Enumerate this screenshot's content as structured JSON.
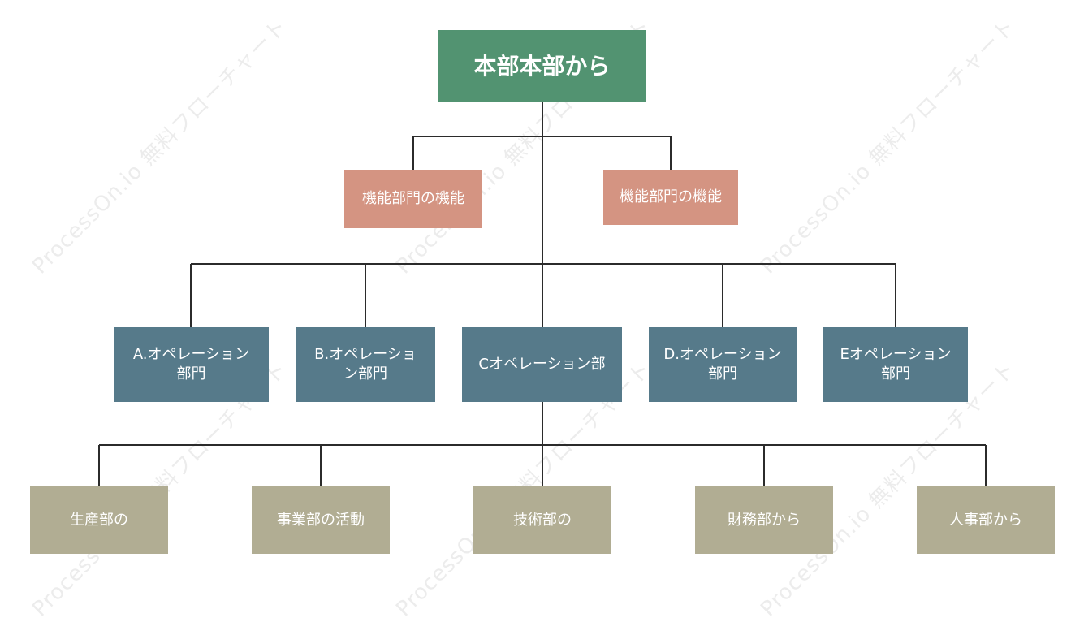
{
  "watermark": {
    "text": "ProcessOn.io 無料フローチャート"
  },
  "colors": {
    "top": "#529371",
    "functional": "#d49482",
    "operations": "#567a8a",
    "departments": "#b1ad93",
    "connector": "#2b2b2b"
  },
  "diagram": {
    "top": {
      "label": "本部本部から"
    },
    "functional": [
      {
        "label": "機能部門の機能"
      },
      {
        "label": "機能部門の機能"
      }
    ],
    "operations": [
      {
        "label": "A.オペレーション部門"
      },
      {
        "label": "B.オペレーション部門"
      },
      {
        "label": "Cオペレーション部"
      },
      {
        "label": "D.オペレーション部門"
      },
      {
        "label": "Eオペレーション部門"
      }
    ],
    "departments": [
      {
        "label": "生産部の"
      },
      {
        "label": "事業部の活動"
      },
      {
        "label": "技術部の"
      },
      {
        "label": "財務部から"
      },
      {
        "label": "人事部から"
      }
    ]
  }
}
